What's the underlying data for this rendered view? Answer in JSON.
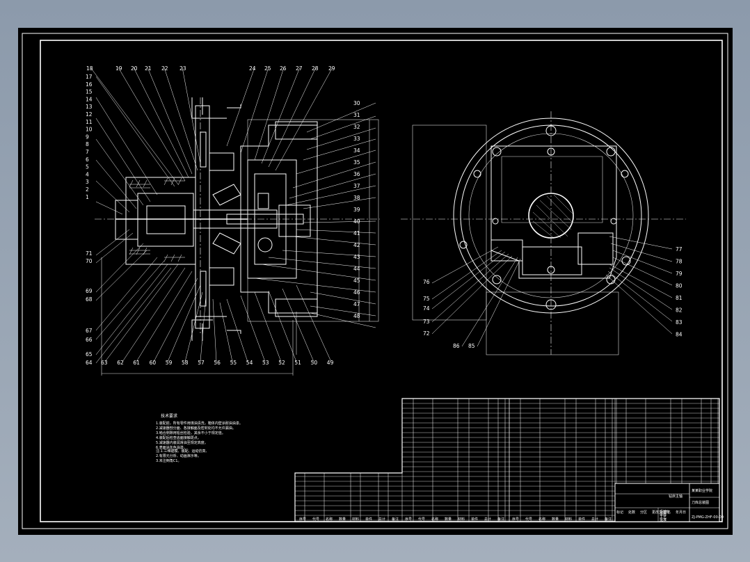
{
  "drawing": {
    "left_callouts_top": [
      "18",
      "19",
      "20",
      "21",
      "22",
      "23",
      "24",
      "25",
      "26",
      "27",
      "28",
      "29"
    ],
    "left_callouts_side": [
      "17",
      "16",
      "15",
      "14",
      "13",
      "12",
      "11",
      "10",
      "9",
      "8",
      "7",
      "6",
      "5",
      "4",
      "3",
      "2",
      "1"
    ],
    "right_callouts_side": [
      "30",
      "31",
      "32",
      "33",
      "34",
      "35",
      "36",
      "37",
      "38",
      "39",
      "40",
      "41",
      "42",
      "43",
      "44",
      "45",
      "46",
      "47",
      "48"
    ],
    "left_callouts_lower": [
      "71",
      "70",
      "69",
      "68",
      "67",
      "66",
      "65",
      "64"
    ],
    "left_callouts_bottom": [
      "63",
      "62",
      "61",
      "60",
      "59",
      "58",
      "57",
      "56",
      "55",
      "54",
      "53",
      "52",
      "51",
      "50",
      "49"
    ],
    "side_view_callouts_right": [
      "77",
      "78",
      "79",
      "80",
      "81",
      "82",
      "83",
      "84"
    ],
    "side_view_callouts_left": [
      "76",
      "75",
      "74",
      "73",
      "72"
    ],
    "side_view_callouts_bottom": [
      "86",
      "85"
    ]
  },
  "notes": {
    "title": "技术要求",
    "lines": [
      "1.装配前，所有零件用煤油清洗，箱体内壁涂耐油油漆。",
      "2.减速器剖分面、各接触面及密封处均不允许漏油。",
      "3.啮合侧隙用铅丝检验，其余不小于规定值。",
      "4.装配后检查齿面接触斑点。",
      "5.减速器内装润滑油至规定高度。",
      "6.表面涂灰色油漆。"
    ],
    "extra": [
      "注:1.三维建模、装配、运动仿真、",
      "2.有限元分析、动画演示等。",
      "3.未注倒角C1。"
    ]
  },
  "title_block": {
    "header_label": "钻床主轴",
    "company": "某某职业学院",
    "drawing_no": "ZJ-PMG-ZHF-00-00",
    "drawing_name": "刀库总装图",
    "scale_row": [
      "标记",
      "处数",
      "分区",
      "更改文件号",
      "签名",
      "年月日"
    ],
    "bom_headers": [
      "序号",
      "代号",
      "名称",
      "数量",
      "材料",
      "单件",
      "总计",
      "备注"
    ],
    "bottom_labels": [
      "设计",
      "审核",
      "工艺",
      "批准"
    ]
  },
  "colors": {
    "background": "#000000",
    "line": "#ffffff",
    "frame": "#ffffff",
    "outer": "#97a4b3"
  }
}
